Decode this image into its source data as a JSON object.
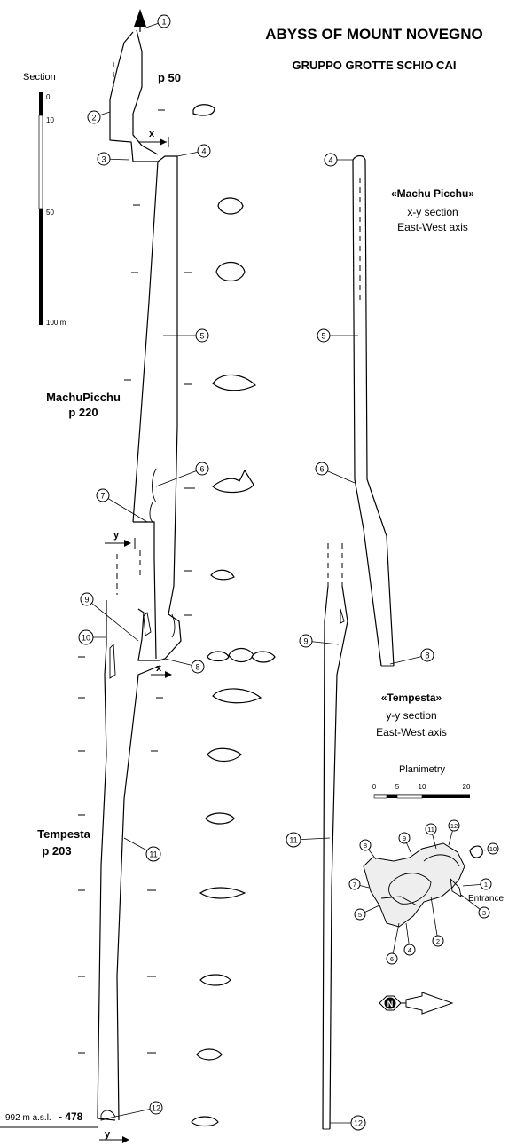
{
  "header": {
    "title": "ABYSS OF MOUNT NOVEGNO",
    "subtitle": "GRUPPO GROTTE SCHIO CAI"
  },
  "scale_bar": {
    "label": "Section",
    "ticks": [
      "0",
      "10",
      "50",
      "100 m"
    ]
  },
  "shafts": [
    {
      "name": "",
      "depth": "p 50"
    },
    {
      "name": "MachuPicchu",
      "depth": "p 220"
    },
    {
      "name": "Tempesta",
      "depth": "p 203"
    }
  ],
  "section_markers": {
    "x": "x",
    "y": "y"
  },
  "machu_picchu_section": {
    "title": "«Machu Picchu»",
    "line1": "x-y section",
    "line2": "East-West axis"
  },
  "tempesta_section": {
    "title": "«Tempesta»",
    "line1": "y-y section",
    "line2": "East-West axis"
  },
  "planimetry": {
    "label": "Planimetry",
    "ticks": [
      "0",
      "5",
      "10",
      "20"
    ],
    "entrance_label": "Entrance",
    "north_label": "N"
  },
  "bottom": {
    "altitude": "992 m a.s.l.",
    "depth": "- 478"
  },
  "stations": [
    "1",
    "2",
    "3",
    "4",
    "5",
    "6",
    "7",
    "8",
    "9",
    "10",
    "11",
    "12"
  ]
}
